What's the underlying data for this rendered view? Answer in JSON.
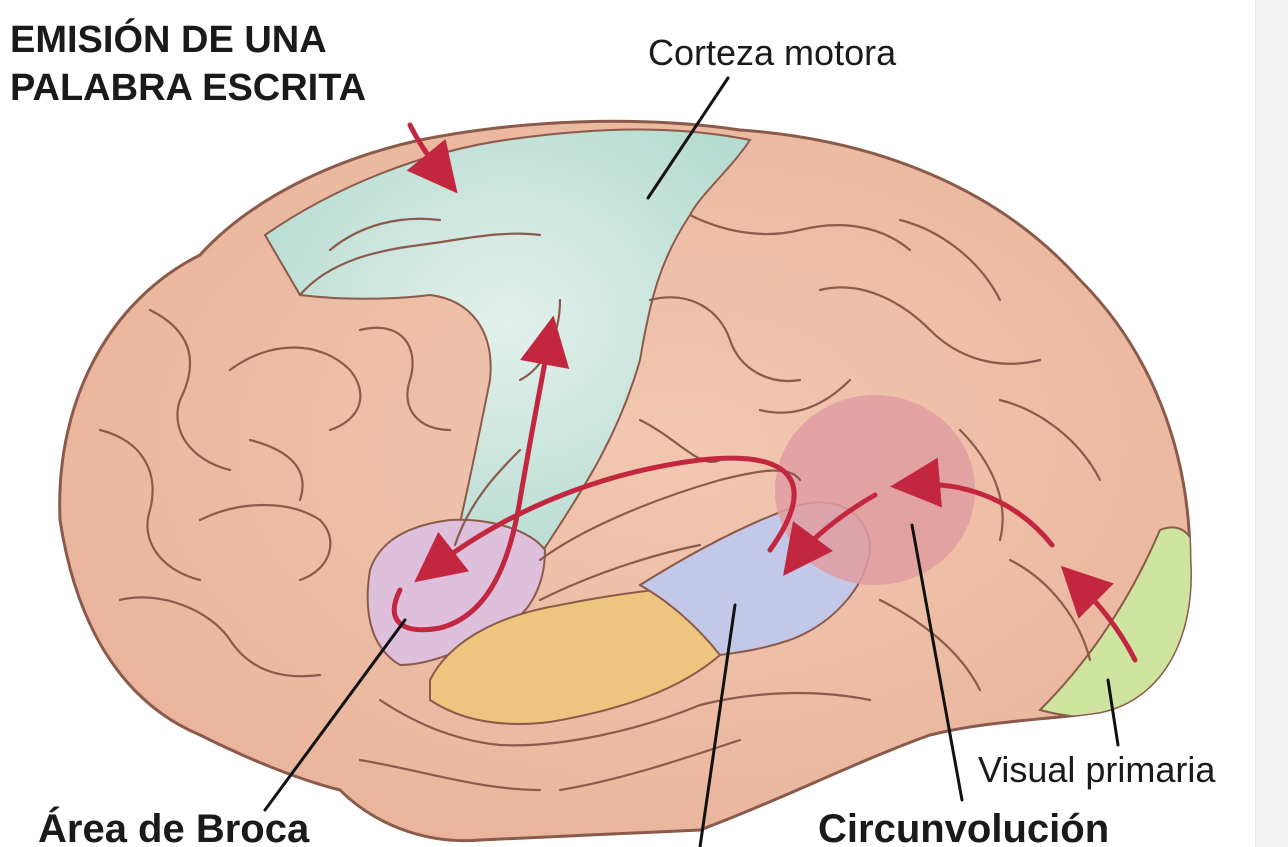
{
  "title": {
    "line1": "EMISIÓN DE UNA",
    "line2": "PALABRA ESCRITA"
  },
  "labels": {
    "motor_cortex": "Corteza motora",
    "broca": "Área de Broca",
    "visual_primary": "Visual primaria",
    "gyrus": "Circunvolución"
  },
  "colors": {
    "brain": "#ecb9a1",
    "outline": "#8a5a4a",
    "motor": "#bfe0d6",
    "broca": "#dfc0dc",
    "auditory": "#edc57e",
    "wernicke": "#c3c8e8",
    "angular": "#e19ca1",
    "visual": "#cfe49e",
    "arrow": "#c2273f"
  }
}
